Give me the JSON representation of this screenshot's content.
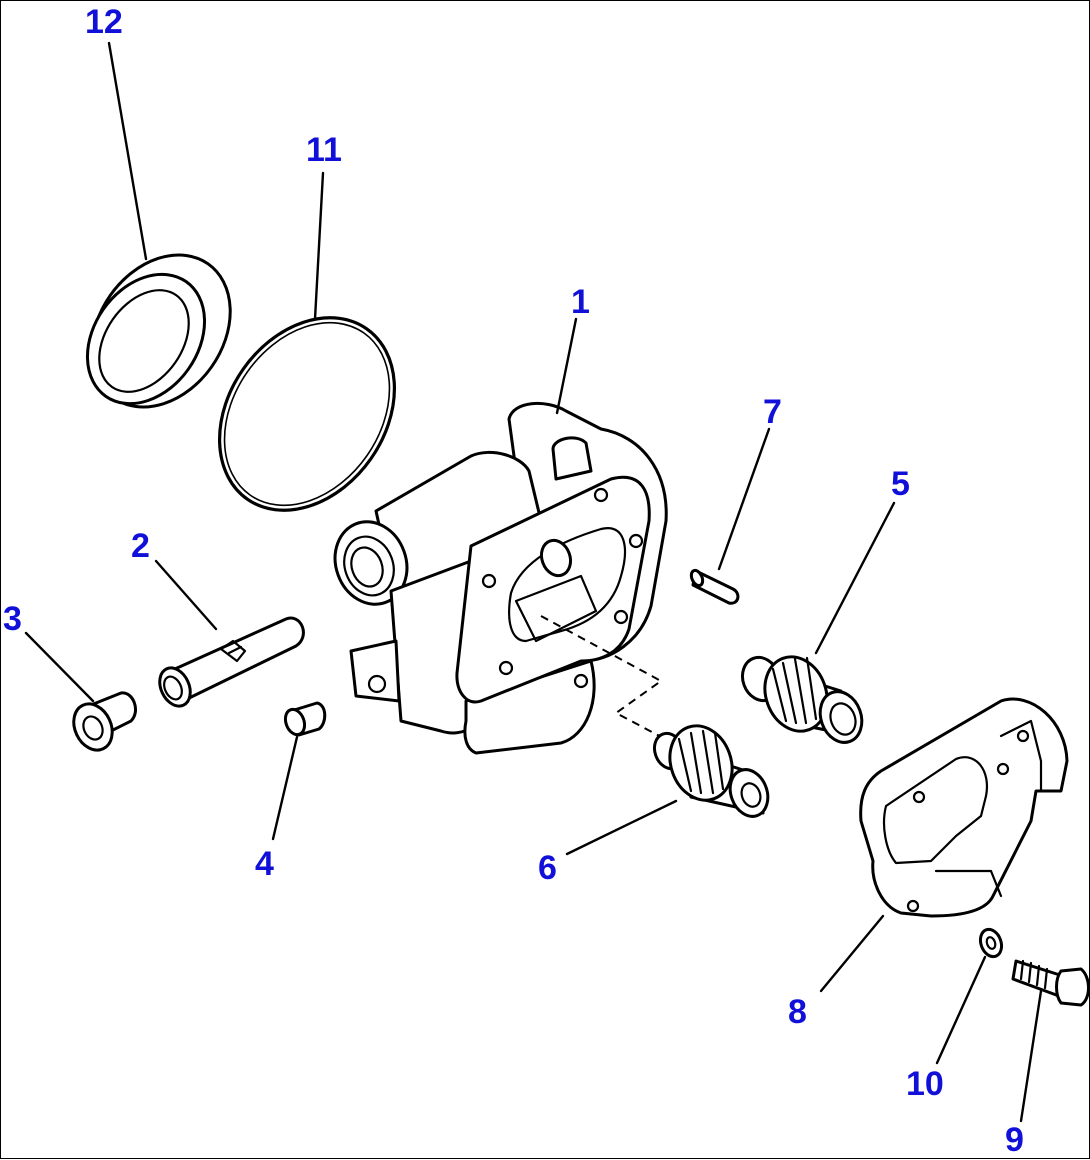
{
  "callouts": {
    "c1": "1",
    "c2": "2",
    "c3": "3",
    "c4": "4",
    "c5": "5",
    "c6": "6",
    "c7": "7",
    "c8": "8",
    "c9": "9",
    "c10": "10",
    "c11": "11",
    "c12": "12"
  },
  "colors": {
    "callout_text": "#1010d8",
    "linework": "#000000",
    "background": "#ffffff"
  }
}
